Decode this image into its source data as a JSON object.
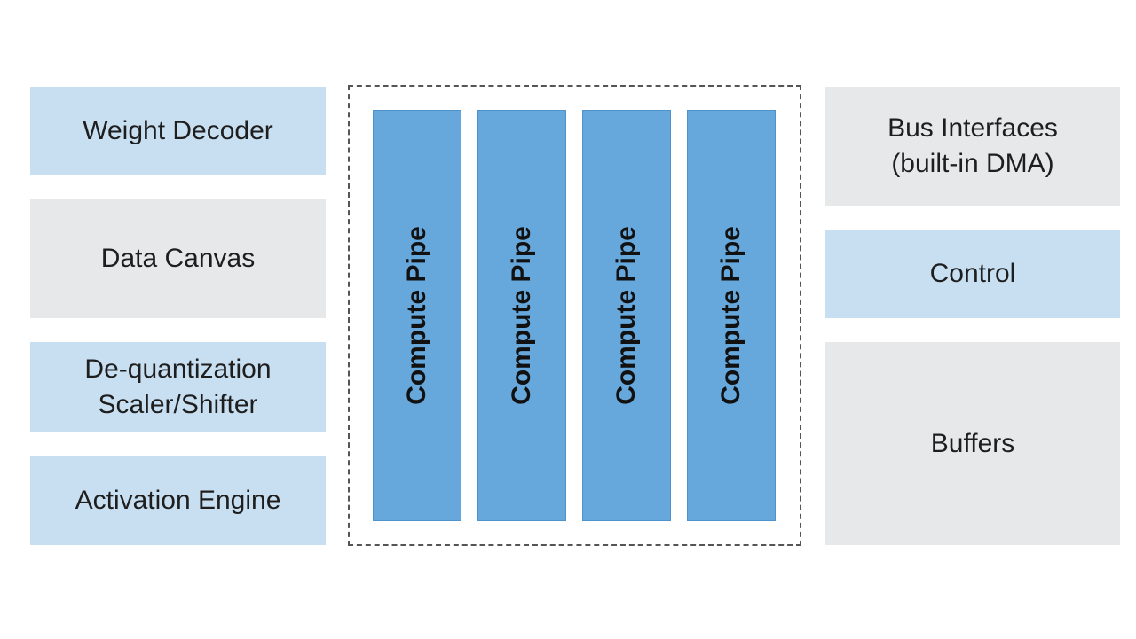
{
  "left_blocks": {
    "weight_decoder": "Weight Decoder",
    "data_canvas": "Data Canvas",
    "dequant_line1": "De-quantization",
    "dequant_line2": "Scaler/Shifter",
    "activation_engine": "Activation Engine"
  },
  "compute_pipes": [
    "Compute Pipe",
    "Compute Pipe",
    "Compute Pipe",
    "Compute Pipe"
  ],
  "right_blocks": {
    "bus_line1": "Bus Interfaces",
    "bus_line2": "(built-in DMA)",
    "control": "Control",
    "buffers": "Buffers"
  },
  "colors": {
    "light_blue_block": "#c8dff2",
    "grey_block": "#e6e8ea",
    "compute_pipe": "#67a8dc"
  }
}
